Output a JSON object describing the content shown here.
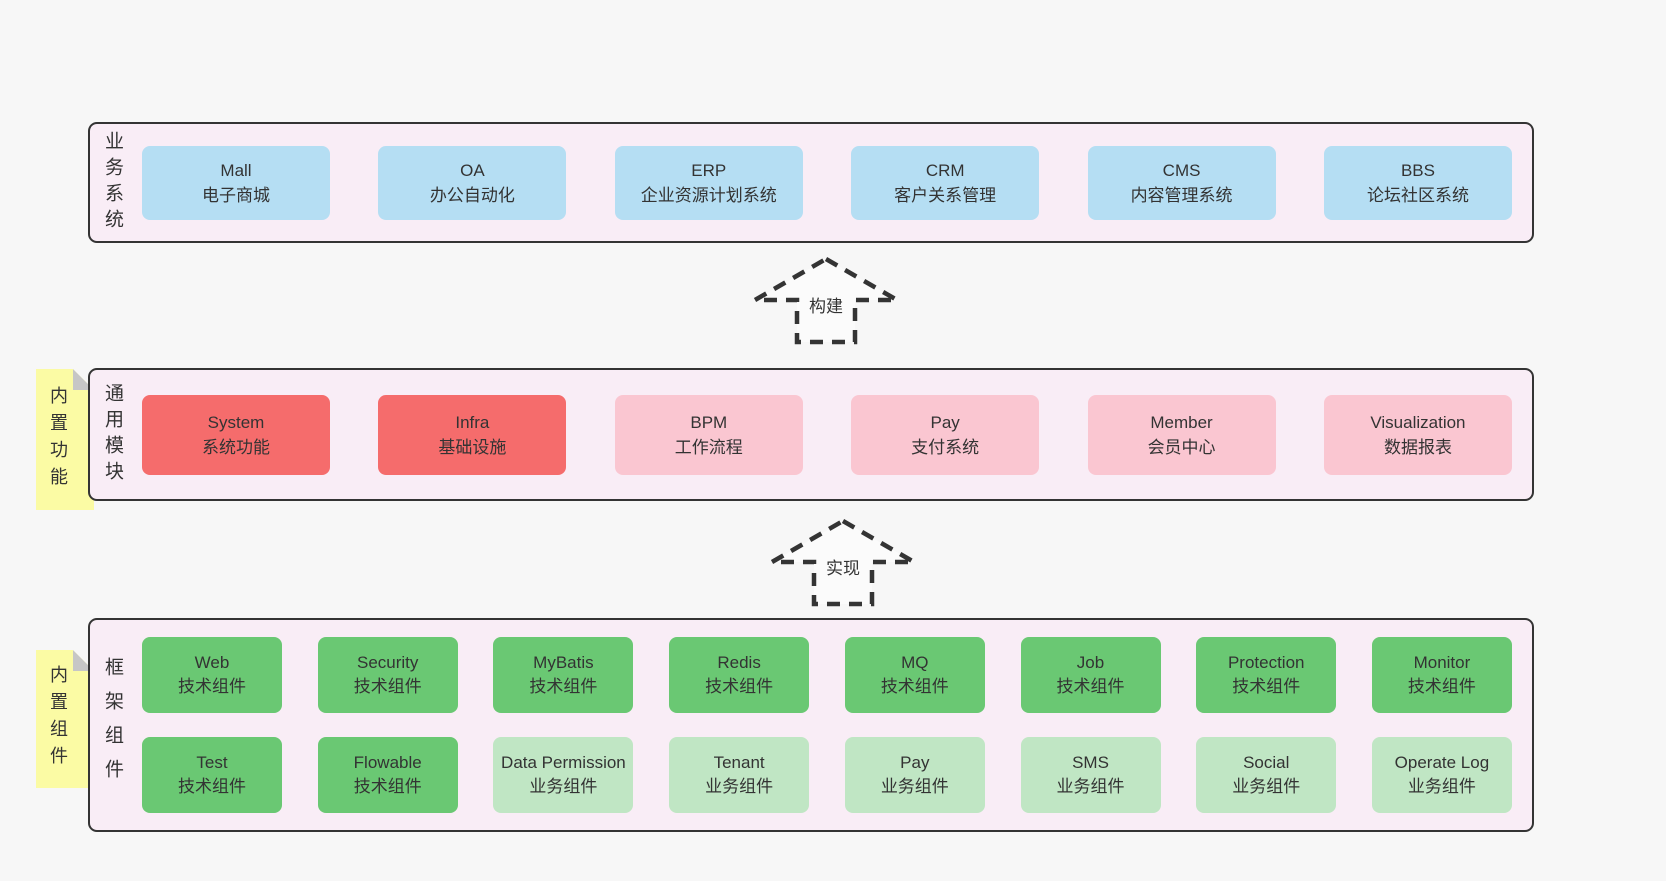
{
  "colors": {
    "page_bg": "#f7f7f7",
    "band_bg": "#f9edf6",
    "band_border": "#343434",
    "blue": "#b5def3",
    "red": "#f56c6c",
    "pink": "#fac6d1",
    "green": "#6ac873",
    "light_green": "#c0e6c4",
    "sticky_yellow": "#fbfba4",
    "sticky_fold": "#c6c6c6",
    "text": "#333333"
  },
  "bands": {
    "business": {
      "label": "业务系统",
      "boxes": [
        {
          "title": "Mall",
          "subtitle": "电子商城",
          "variant": "blue"
        },
        {
          "title": "OA",
          "subtitle": "办公自动化",
          "variant": "blue"
        },
        {
          "title": "ERP",
          "subtitle": "企业资源计划系统",
          "variant": "blue"
        },
        {
          "title": "CRM",
          "subtitle": "客户关系管理",
          "variant": "blue"
        },
        {
          "title": "CMS",
          "subtitle": "内容管理系统",
          "variant": "blue"
        },
        {
          "title": "BBS",
          "subtitle": "论坛社区系统",
          "variant": "blue"
        }
      ]
    },
    "modules": {
      "label": "通用模块",
      "sticky": "内置功能",
      "boxes": [
        {
          "title": "System",
          "subtitle": "系统功能",
          "variant": "red"
        },
        {
          "title": "Infra",
          "subtitle": "基础设施",
          "variant": "red"
        },
        {
          "title": "BPM",
          "subtitle": "工作流程",
          "variant": "pink"
        },
        {
          "title": "Pay",
          "subtitle": "支付系统",
          "variant": "pink"
        },
        {
          "title": "Member",
          "subtitle": "会员中心",
          "variant": "pink"
        },
        {
          "title": "Visualization",
          "subtitle": "数据报表",
          "variant": "pink"
        }
      ]
    },
    "components": {
      "label": "框架组件",
      "sticky": "内置组件",
      "rows": [
        [
          {
            "title": "Web",
            "subtitle": "技术组件",
            "variant": "green"
          },
          {
            "title": "Security",
            "subtitle": "技术组件",
            "variant": "green"
          },
          {
            "title": "MyBatis",
            "subtitle": "技术组件",
            "variant": "green"
          },
          {
            "title": "Redis",
            "subtitle": "技术组件",
            "variant": "green"
          },
          {
            "title": "MQ",
            "subtitle": "技术组件",
            "variant": "green"
          },
          {
            "title": "Job",
            "subtitle": "技术组件",
            "variant": "green"
          },
          {
            "title": "Protection",
            "subtitle": "技术组件",
            "variant": "green"
          },
          {
            "title": "Monitor",
            "subtitle": "技术组件",
            "variant": "green"
          }
        ],
        [
          {
            "title": "Test",
            "subtitle": "技术组件",
            "variant": "green"
          },
          {
            "title": "Flowable",
            "subtitle": "技术组件",
            "variant": "green"
          },
          {
            "title": "Data Permission",
            "subtitle": "业务组件",
            "variant": "light-green"
          },
          {
            "title": "Tenant",
            "subtitle": "业务组件",
            "variant": "light-green"
          },
          {
            "title": "Pay",
            "subtitle": "业务组件",
            "variant": "light-green"
          },
          {
            "title": "SMS",
            "subtitle": "业务组件",
            "variant": "light-green"
          },
          {
            "title": "Social",
            "subtitle": "业务组件",
            "variant": "light-green"
          },
          {
            "title": "Operate Log",
            "subtitle": "业务组件",
            "variant": "light-green"
          }
        ]
      ]
    }
  },
  "arrows": [
    {
      "label": "构建"
    },
    {
      "label": "实现"
    }
  ]
}
